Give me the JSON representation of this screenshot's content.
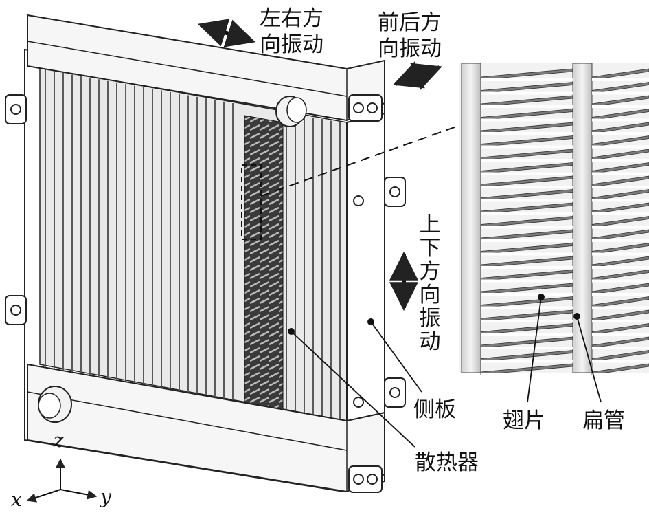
{
  "labels": {
    "lr_vibration": "左右方向振动",
    "fb_vibration": "前后方向振动",
    "ud_vibration": "上下方向振动",
    "side_plate": "侧板",
    "radiator": "散热器",
    "fin": "翅片",
    "flat_tube": "扁管"
  },
  "axes": {
    "x": "x",
    "y": "y",
    "z": "z"
  }
}
